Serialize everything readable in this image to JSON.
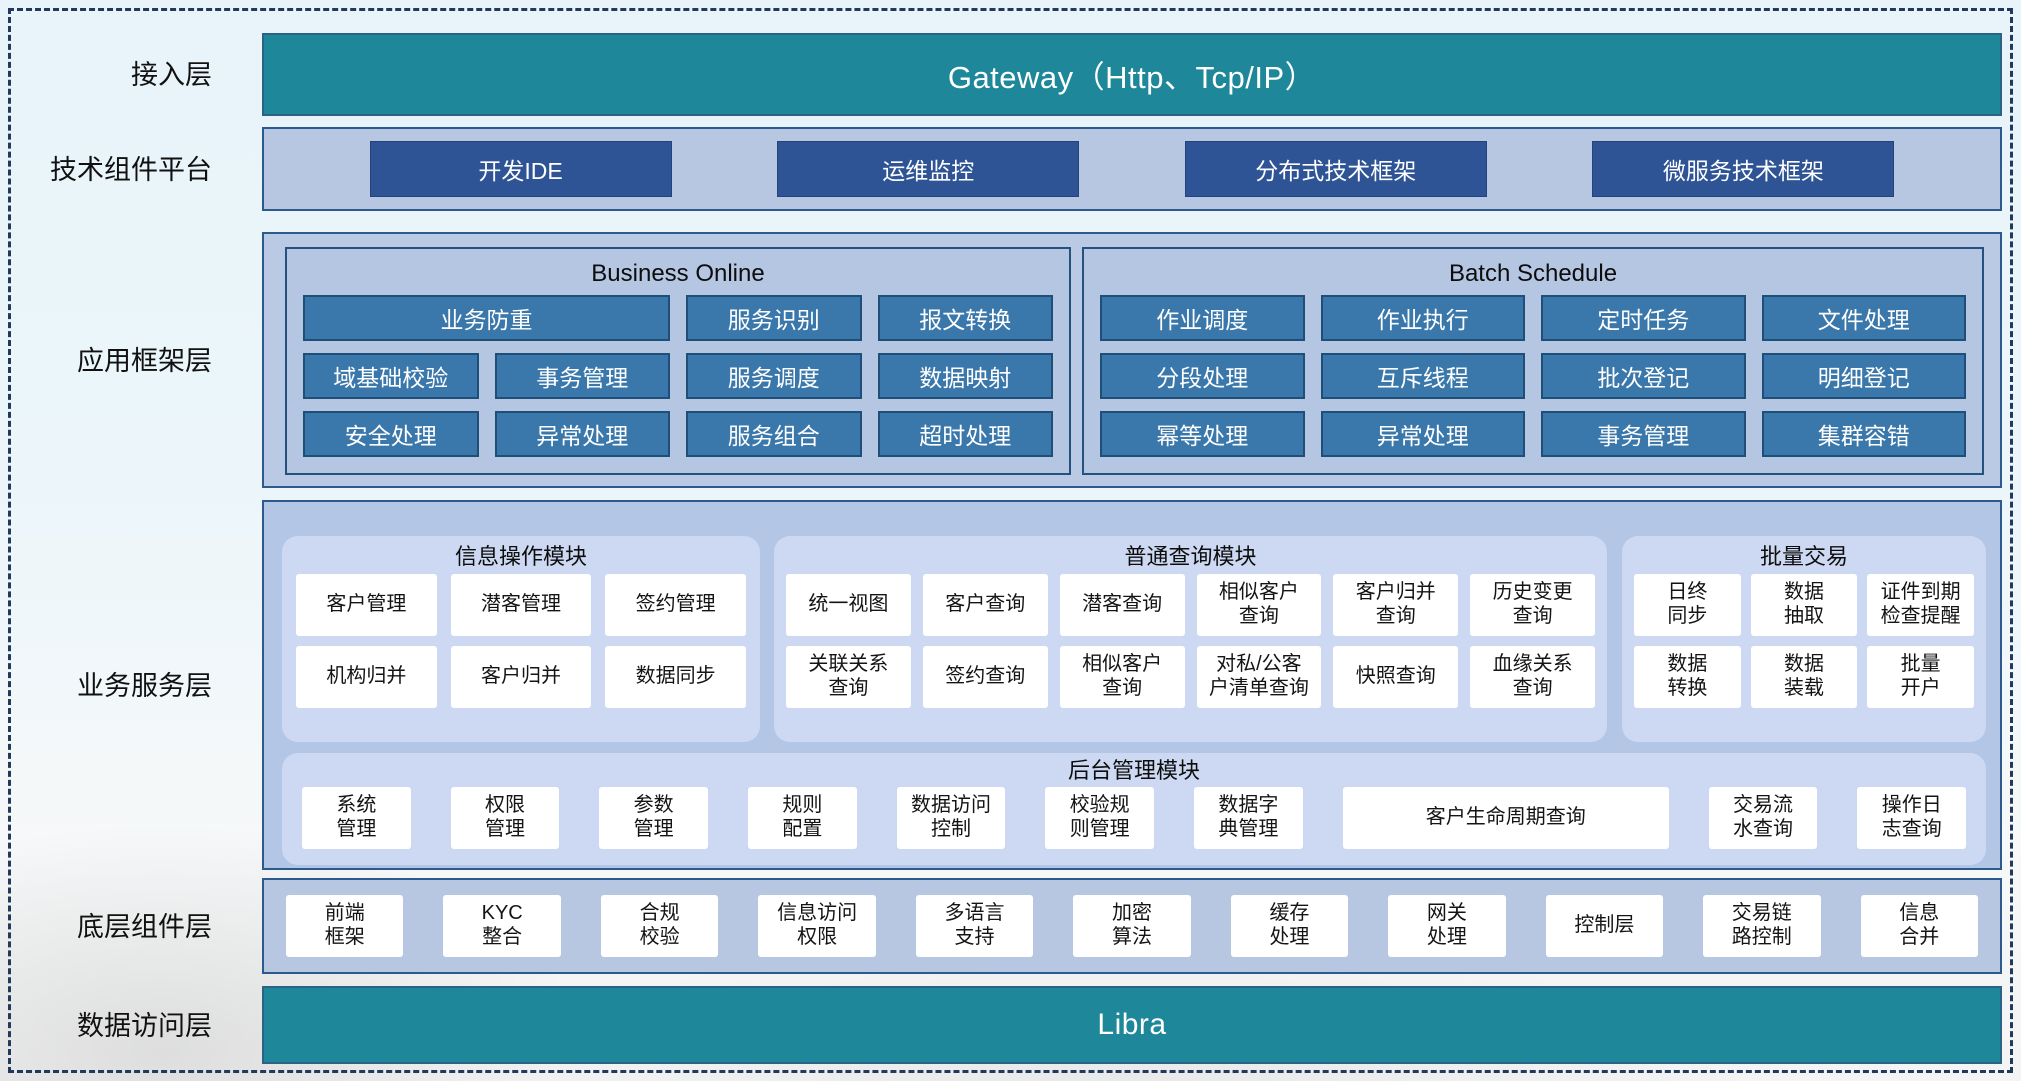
{
  "access_layer": {
    "label": "接入层",
    "gateway_label": "Gateway（Http、Tcp/IP）"
  },
  "tech_platform": {
    "label": "技术组件平台",
    "items": [
      "开发IDE",
      "运维监控",
      "分布式技术框架",
      "微服务技术框架"
    ]
  },
  "app_framework": {
    "label": "应用框架层",
    "business_online": {
      "title": "Business Online",
      "items": [
        {
          "label": "业务防重",
          "span": 2
        },
        "服务识别",
        "报文转换",
        "域基础校验",
        "事务管理",
        "服务调度",
        "数据映射",
        "安全处理",
        "异常处理",
        "服务组合",
        "超时处理"
      ]
    },
    "batch_schedule": {
      "title": "Batch Schedule",
      "items": [
        "作业调度",
        "作业执行",
        "定时任务",
        "文件处理",
        "分段处理",
        "互斥线程",
        "批次登记",
        "明细登记",
        "幂等处理",
        "异常处理",
        "事务管理",
        "集群容错"
      ]
    }
  },
  "business_service": {
    "label": "业务服务层",
    "info_module": {
      "title": "信息操作模块",
      "items": [
        "客户管理",
        "潜客管理",
        "签约管理",
        "机构归并",
        "客户归并",
        "数据同步"
      ]
    },
    "query_module": {
      "title": "普通查询模块",
      "items": [
        "统一视图",
        "客户查询",
        "潜客查询",
        "相似客户\n查询",
        "客户归并\n查询",
        "历史变更\n查询",
        "关联关系\n查询",
        "签约查询",
        "相似客户\n查询",
        "对私/公客\n户清单查询",
        "快照查询",
        "血缘关系\n查询"
      ]
    },
    "batch_module": {
      "title": "批量交易",
      "items": [
        "日终\n同步",
        "数据\n抽取",
        "证件到期\n检查提醒",
        "数据\n转换",
        "数据\n装载",
        "批量\n开户"
      ]
    },
    "admin_module": {
      "title": "后台管理模块",
      "items": [
        "系统\n管理",
        "权限\n管理",
        "参数\n管理",
        "规则\n配置",
        "数据访问\n控制",
        "校验规\n则管理",
        "数据字\n典管理",
        {
          "label": "客户生命周期查询",
          "grow": 3
        },
        "交易流\n水查询",
        "操作日\n志查询"
      ]
    }
  },
  "base_components": {
    "label": "底层组件层",
    "items": [
      "前端\n框架",
      "KYC\n整合",
      "合规\n校验",
      "信息访问\n权限",
      "多语言\n支持",
      "加密\n算法",
      "缓存\n处理",
      "网关\n处理",
      "控制层",
      "交易链\n路控制",
      "信息\n合并"
    ]
  },
  "data_access": {
    "label": "数据访问层",
    "libra_label": "Libra"
  },
  "colors": {
    "teal": "#1e8799",
    "dark_blue": "#2e5496",
    "steel_blue": "#3a77ab",
    "panel_fill": "#b7c7e2",
    "panel_border": "#2d5a8c",
    "module_fill": "#cdd9f2"
  }
}
